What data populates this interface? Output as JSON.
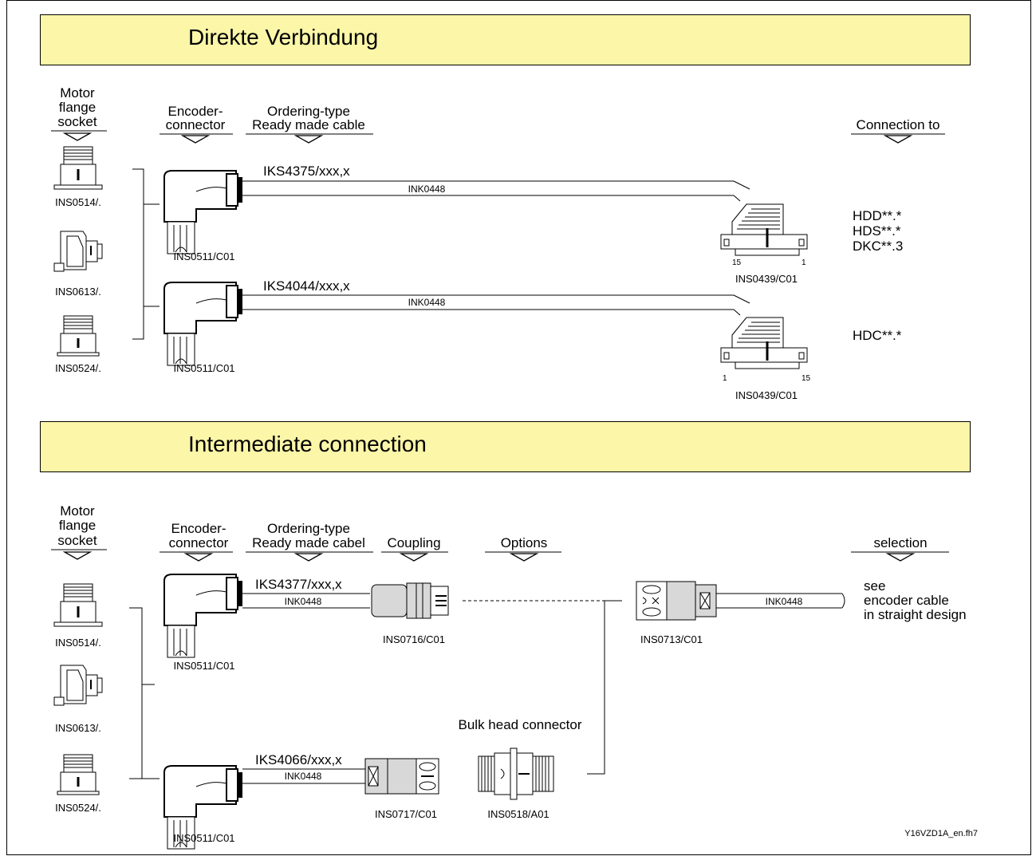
{
  "sections": {
    "direct": {
      "title": "Direkte Verbindung",
      "col_motor": [
        "Motor",
        "flange",
        "socket"
      ],
      "col_encoder": [
        "Encoder-",
        "connector"
      ],
      "col_ordering": [
        "Ordering-type",
        "Ready made cable"
      ],
      "col_connection": "Connection to",
      "flange_sockets": [
        "INS0514/.",
        "INS0613/.",
        "INS0524/."
      ],
      "cables": [
        {
          "connector": "INS0511/C01",
          "type": "IKS4375/xxx,x",
          "cable": "INK0448",
          "plug": "INS0439/C01",
          "pin_left": "15",
          "pin_right": "1",
          "targets": [
            "HDD**.*",
            "HDS**.*",
            "DKC**.3"
          ]
        },
        {
          "connector": "INS0511/C01",
          "type": "IKS4044/xxx,x",
          "cable": "INK0448",
          "plug": "INS0439/C01",
          "pin_left": "1",
          "pin_right": "15",
          "targets": [
            "HDC**.*"
          ]
        }
      ]
    },
    "intermediate": {
      "title": "Intermediate connection",
      "col_motor": [
        "Motor",
        "flange",
        "socket"
      ],
      "col_encoder": [
        "Encoder-",
        "connector"
      ],
      "col_ordering": [
        "Ordering-type",
        "Ready made cabel"
      ],
      "col_coupling": "Coupling",
      "col_options": "Options",
      "col_selection": "selection",
      "flange_sockets": [
        "INS0514/.",
        "INS0613/.",
        "INS0524/."
      ],
      "upper": {
        "connector": "INS0511/C01",
        "type": "IKS4377/xxx,x",
        "cable": "INK0448",
        "coupling": "INS0716/C01"
      },
      "lower": {
        "connector": "INS0511/C01",
        "type": "IKS4066/xxx,x",
        "cable": "INK0448",
        "coupling": "INS0717/C01"
      },
      "bulk_head_label": "Bulk head connector",
      "bulk_head": "INS0518/A01",
      "right_coupling": "INS0713/C01",
      "right_cable": "INK0448",
      "note": [
        "see",
        "encoder cable",
        "in straight design"
      ]
    }
  },
  "footer_id": "Y16VZD1A_en.fh7"
}
